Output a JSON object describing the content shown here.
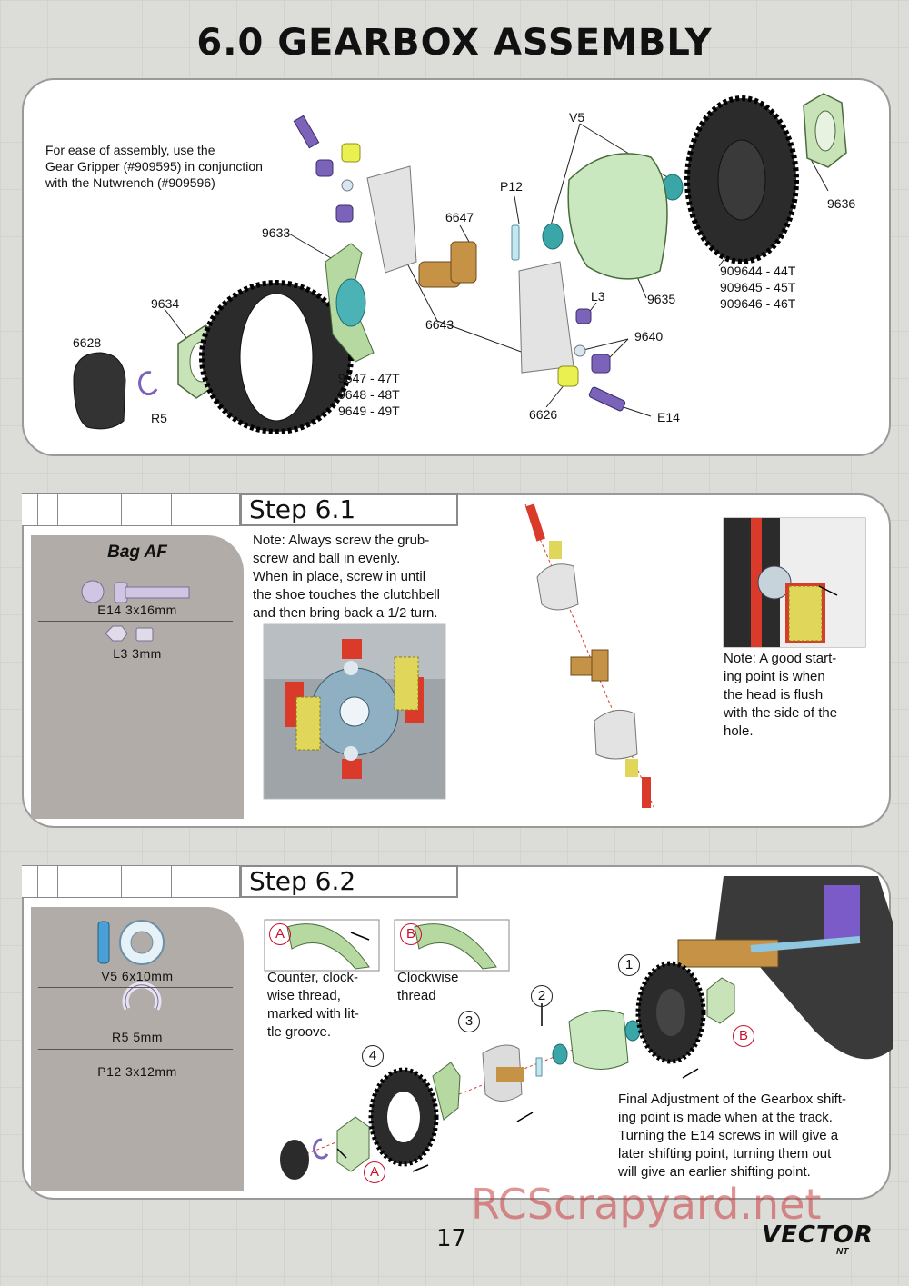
{
  "page": {
    "title": "6.0 GEARBOX ASSEMBLY",
    "page_number": "17",
    "brand": "VECTOR",
    "brand_sub": "NT",
    "watermark": "RCScrapyard.net"
  },
  "overview": {
    "note_lines": [
      "For ease of assembly, use the",
      "Gear Gripper (#909595) in conjunction",
      "with the Nutwrench (#909596)"
    ],
    "labels": {
      "v5": "V5",
      "p12": "P12",
      "p6647": "6647",
      "p9633": "9633",
      "p9636": "9636",
      "p9634": "9634",
      "p6628": "6628",
      "r5": "R5",
      "p6643": "6643",
      "l3": "L3",
      "p9635": "9635",
      "p9640": "9640",
      "p6626": "6626",
      "e14": "E14",
      "g44": "909644 - 44T",
      "g45": "909645 - 45T",
      "g46": "909646 - 46T",
      "g47": "9647 - 47T",
      "g48": "9648 - 48T",
      "g49": "9649 - 49T"
    }
  },
  "step1": {
    "title": "Step 6.1",
    "bag_title": "Bag AF",
    "bag_items": [
      "E14   3x16mm",
      "L3   3mm"
    ],
    "note_lines": [
      "Note: Always screw the grub-",
      "screw and ball in evenly.",
      "When in place, screw in until",
      "the shoe touches the clutchbell",
      "and then bring back a 1/2 turn."
    ],
    "note2_lines": [
      "Note: A good start-",
      "ing point is when",
      "the head is flush",
      "with the side of the",
      "hole."
    ]
  },
  "step2": {
    "title": "Step 6.2",
    "bag_items": [
      "V5   6x10mm",
      "R5   5mm",
      "P12   3x12mm"
    ],
    "marker_a": "A",
    "marker_b": "B",
    "a_caption_lines": [
      "Counter, clock-",
      "wise thread,",
      "marked with lit-",
      "tle groove."
    ],
    "b_caption_lines": [
      "Clockwise",
      "thread"
    ],
    "step_numbers": [
      "1",
      "2",
      "3",
      "4"
    ],
    "final_note_lines": [
      "Final Adjustment of the Gearbox shift-",
      "ing point is made when at the track.",
      "Turning the E14 screws in will give a",
      "later shifting point, turning them out",
      "will give an earlier shifting point."
    ]
  }
}
